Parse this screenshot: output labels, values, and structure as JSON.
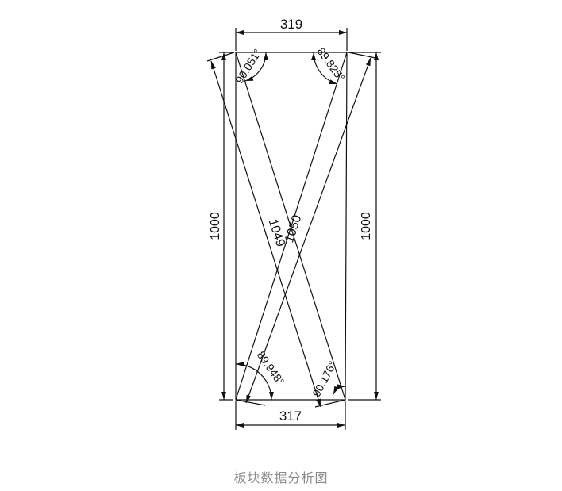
{
  "caption": "板块数据分析图",
  "dimensions": {
    "top_width": "319",
    "bottom_width": "317",
    "left_height": "1000",
    "right_height": "1000",
    "diagonal_1": "1049",
    "diagonal_2": "1050"
  },
  "angles": {
    "top_left": "90.051°",
    "top_right": "89.825°",
    "bottom_left": "89.948°",
    "bottom_right": "90.176°"
  },
  "colors": {
    "line": "#111111",
    "caption": "#8a8a8a",
    "background": "#ffffff"
  }
}
